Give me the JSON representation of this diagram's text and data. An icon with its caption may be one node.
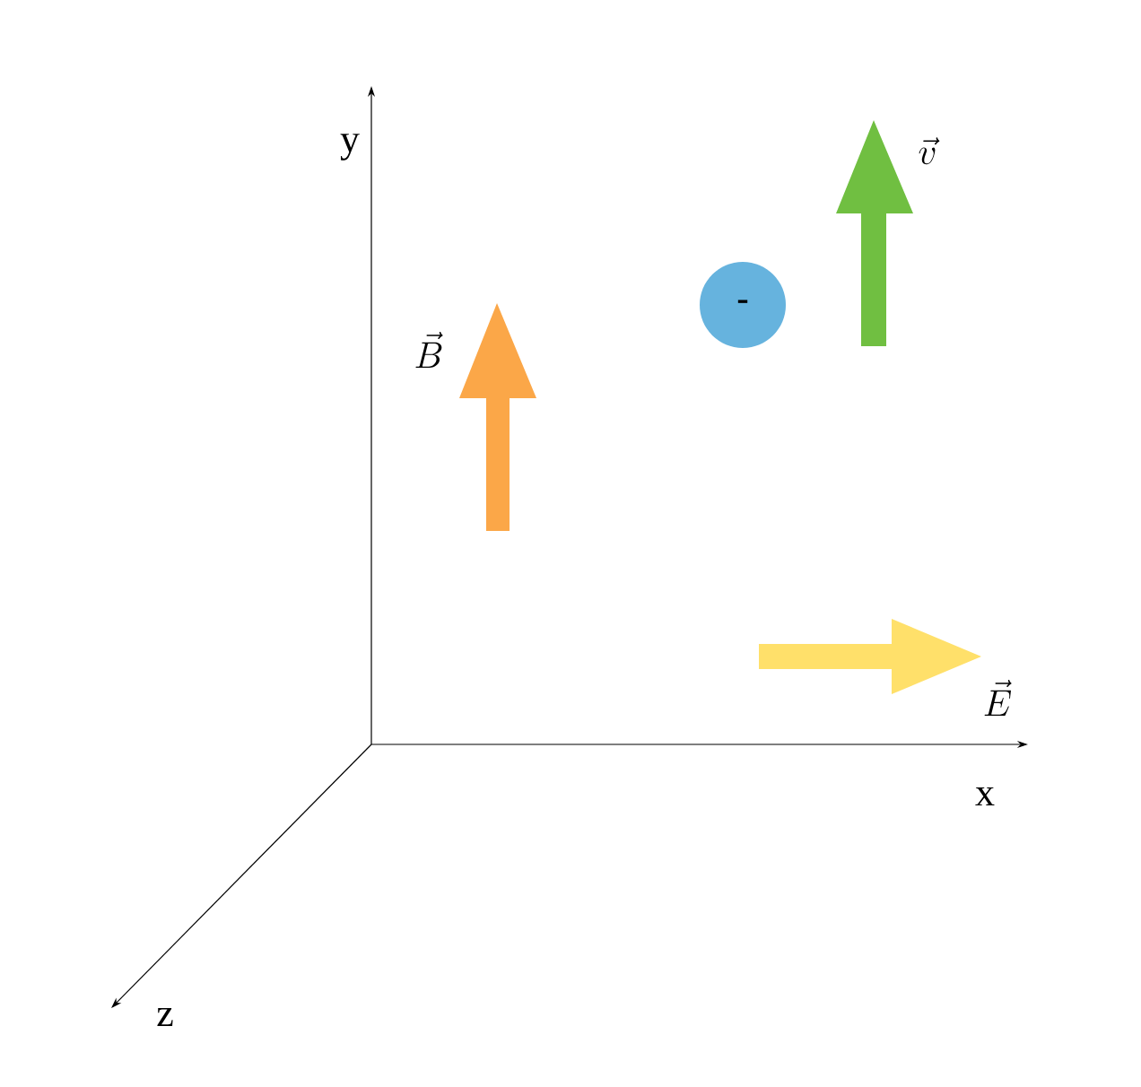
{
  "diagram": {
    "nodes": [
      {
        "text": [
          "-"
        ]
      }
    ],
    "labels": [
      "y",
      "\\vec{v}",
      "\\vec{B}",
      "\\vec{E}",
      "x",
      "z"
    ]
  }
}
